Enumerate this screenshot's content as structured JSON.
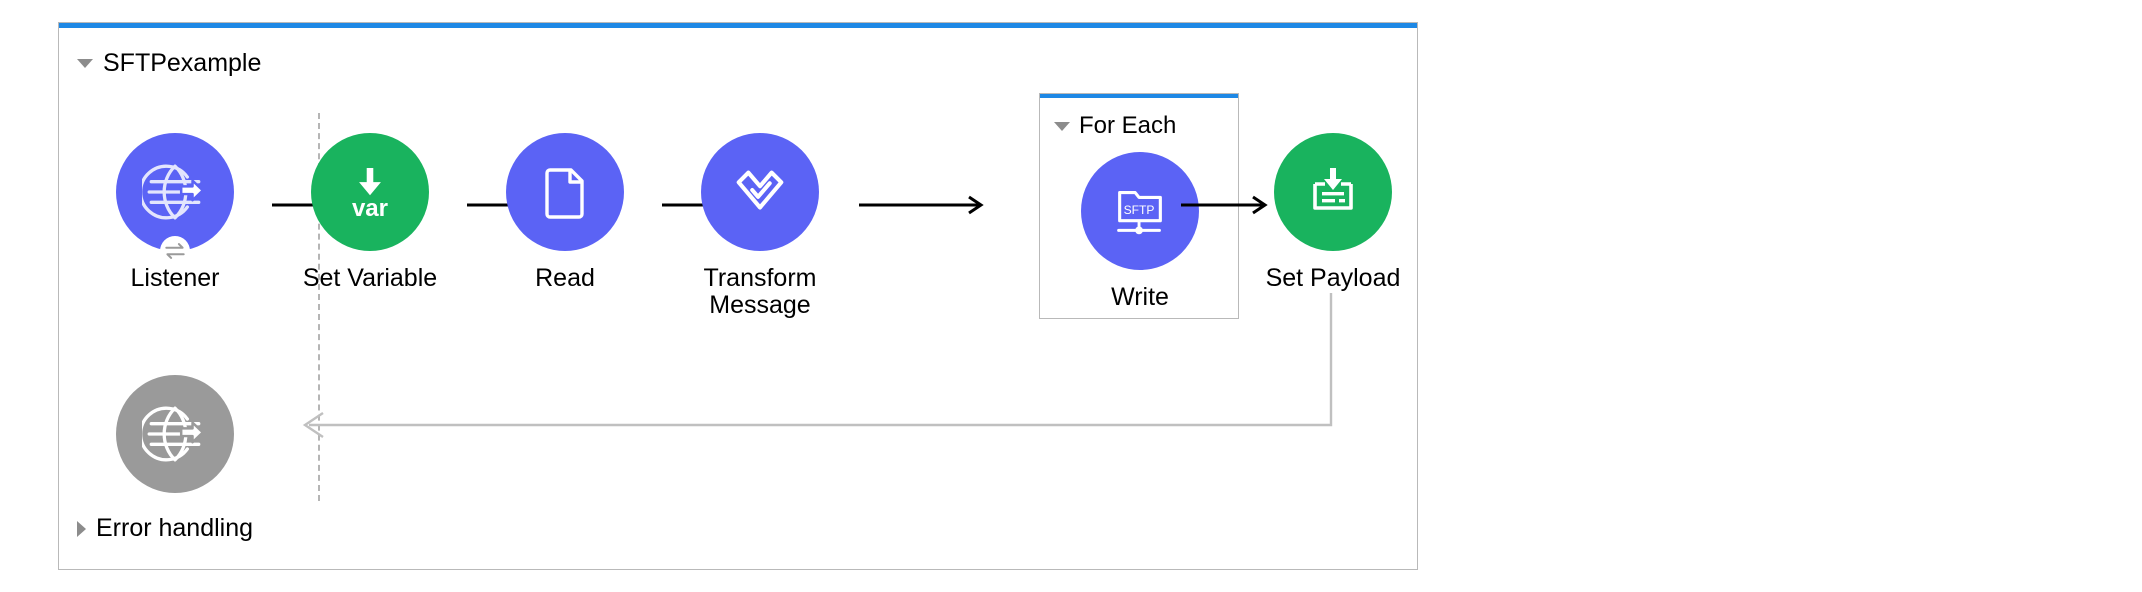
{
  "theme": {
    "accent_blue": "#1e88e5",
    "node_purple": "#5b63f5",
    "node_green": "#19b35e",
    "node_gray": "#9a9a9a",
    "connector_black": "#000000",
    "connector_gray": "#c0c0c0",
    "panel_border": "#b9b9b9",
    "canvas_bg": "#ffffff"
  },
  "flow": {
    "name": "SFTPexample",
    "expanded": true,
    "toggle_icon": "triangle-down-icon",
    "error_handling": {
      "label": "Error handling",
      "expanded": false,
      "toggle_icon": "triangle-right-icon"
    }
  },
  "source": {
    "label": "Listener",
    "icon": "globe-arrow-icon",
    "badge_icon": "exchange-arrows-icon",
    "color": "#5b63f5"
  },
  "response": {
    "label": "",
    "icon": "globe-arrow-icon",
    "color": "#9a9a9a"
  },
  "processors": [
    {
      "label": "Set Variable",
      "icon": "var-down-arrow-icon",
      "color": "#19b35e"
    },
    {
      "label": "Read",
      "icon": "document-page-icon",
      "color": "#5b63f5"
    },
    {
      "label": "Transform Message",
      "icon": "dataweave-icon",
      "color": "#5b63f5"
    },
    {
      "label": "Set Payload",
      "icon": "payload-down-arrow-icon",
      "color": "#19b35e"
    }
  ],
  "scope": {
    "name": "For Each",
    "expanded": true,
    "toggle_icon": "triangle-down-icon",
    "children": [
      {
        "label": "Write",
        "icon": "sftp-folder-icon",
        "color": "#5b63f5",
        "icon_text": "SFTP"
      }
    ]
  },
  "connectors": {
    "arrow_icon": "arrow-right-icon",
    "return_arrow_icon": "arrow-left-icon"
  }
}
